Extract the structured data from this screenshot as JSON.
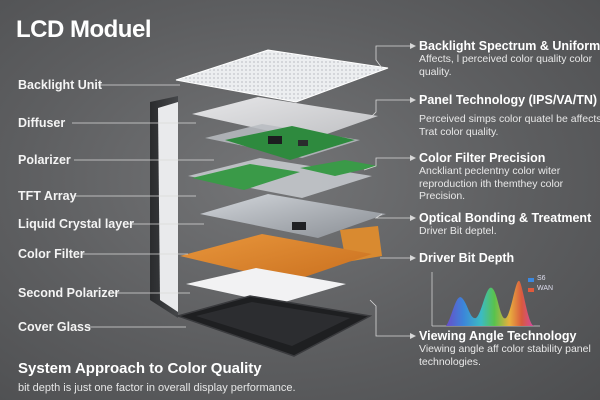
{
  "title": "LCD Moduel",
  "left_labels": [
    "Backlight Unit",
    "Diffuser",
    "Polarizer",
    "TFT Array",
    "Liquid Crystal layer",
    "Color Filter",
    "Second Polarizer",
    "Cover Glass"
  ],
  "right_items": [
    {
      "heading": "Backlight Spectrum & Uniformity",
      "body": "Affects, l perceived color quality color quality."
    },
    {
      "heading": "Panel Technology (IPS/VA/TN)",
      "body": "Perceived simps color quatel be affects Trat color quality."
    },
    {
      "heading": "Color Filter Precision",
      "body": "Anckliant peclentny color witer reproduction ith themthey color Precision."
    },
    {
      "heading": "Optical Bonding & Treatment",
      "body": "Driver Bit deptel."
    },
    {
      "heading": "Driver Bit Depth",
      "body": ""
    },
    {
      "heading": "Viewing Angle Technology",
      "body": "Viewing angle aff color stability panel technologies."
    }
  ],
  "mini_chart": {
    "legend": [
      "S6",
      "WAN"
    ],
    "colors": [
      "#6a4ccf",
      "#3a88e0",
      "#3ac0c8",
      "#59c84c",
      "#f0b43c",
      "#e05a3c",
      "#d848a8"
    ]
  },
  "footer": {
    "title": "System Approach to Color Quality",
    "subtitle": "bit depth is just one factor in overall display performance."
  }
}
